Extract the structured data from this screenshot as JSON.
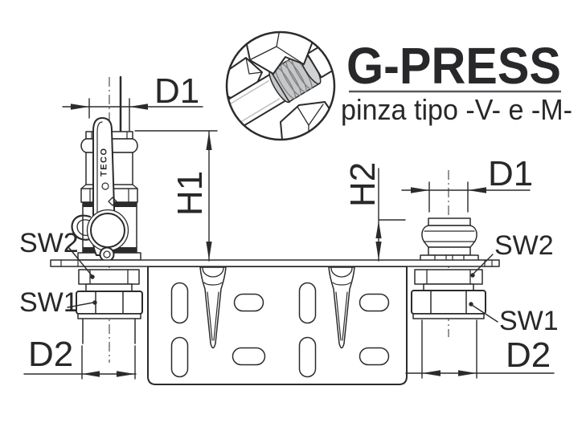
{
  "header": {
    "brand": "G-PRESS",
    "subtitle": "pinza tipo -V- e -M-"
  },
  "inset": {
    "icon": "press-jaw-on-fitting-detail"
  },
  "left_assembly": {
    "type": "valve-with-press-end",
    "handle_text": "TECO",
    "labels": {
      "d1": "D1",
      "h1": "H1",
      "sw2": "SW2",
      "sw1": "SW1",
      "d2": "D2"
    }
  },
  "right_assembly": {
    "type": "press-fitting",
    "labels": {
      "h2": "H2",
      "d1": "D1",
      "sw2": "SW2",
      "sw1": "SW1",
      "d2": "D2"
    }
  },
  "colors": {
    "line": "#2b2b2c",
    "brand_gray": "#58595b",
    "subtitle_dark": "#39393b",
    "inset_fill_mid": "#c6c7c9",
    "inset_fill_light": "#d2d3d5"
  }
}
